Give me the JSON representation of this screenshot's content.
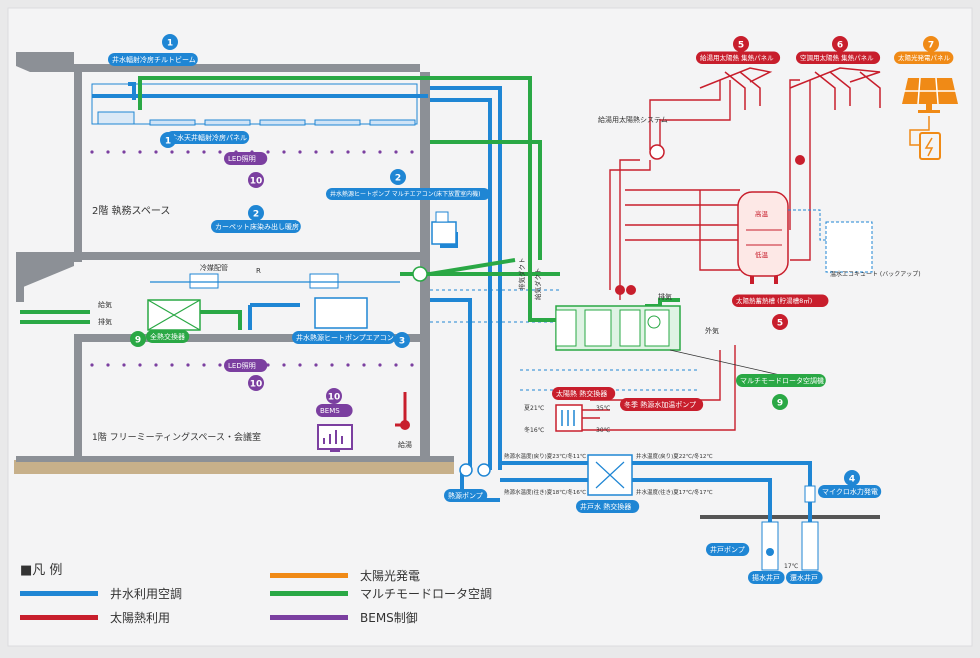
{
  "colors": {
    "well": "#1f86d4",
    "solar": "#c81e2c",
    "solarpv": "#f08a16",
    "rotor": "#2aa845",
    "bems": "#7b3fa0",
    "wall": "#8c9096",
    "bg": "#e9e9ea"
  },
  "building": {
    "floor2": "2階 執務スペース",
    "floor1": "1階 フリーミーティングスペース・会議室"
  },
  "labels": {
    "tilt_beam": "井水輻射冷房チルトビーム",
    "ceiling_panel": "井水天井輻射冷房パネル",
    "led_top": "LED照明",
    "heatpump_multi": "井水熱源ヒートポンプ マルチエアコン(床下放置室内機)",
    "carpet": "カーペット床染み出し暖房",
    "refrig": "冷媒配管",
    "r": "R",
    "supply_air": "給気",
    "exhaust_air": "排気",
    "total_hx": "全熱交換器",
    "hp_aircon": "井水熱源ヒートポンプエアコン",
    "led_mid": "LED照明",
    "bems": "BEMS",
    "water_supply": "給湯",
    "heat_pump_src": "熱源ポンプ",
    "exhaust_duct": "排気ダクト",
    "supply_duct": "給気ダクト",
    "exhaust2": "排気",
    "outside": "外気",
    "multi_rotor": "マルチモードロータ空調機",
    "solar_hx": "太陽熱 熱交換器",
    "winter_pump": "冬季 熱源水加温ポンプ",
    "t_summer21": "夏21℃",
    "t_winter16": "冬16℃",
    "t35": "35℃",
    "t30": "30℃",
    "src_return": "熱源水温度(戻り)夏23℃/冬11℃",
    "src_supply": "熱源水温度(往き)夏18℃/冬16℃",
    "well_return": "井水温度(戻り)夏22℃/冬12℃",
    "well_supply": "井水温度(往き)夏17℃/冬17℃",
    "well_hx": "井戸水 熱交換器",
    "micro_hydro": "マイクロ水力発電",
    "well_pump": "井戸ポンプ",
    "t17": "17℃",
    "pump_well": "揚水井戸",
    "return_well": "還水井戸",
    "solar_sys": "給湯用太陽熱システム",
    "solar_hw_panel": "給湯用太陽熱 集熱パネル",
    "solar_ac_panel": "空調用太陽熱 集熱パネル",
    "pv_panel": "太陽光発電パネル",
    "tank": "太陽熱蓄熱槽 (貯湯槽8㎥)",
    "high": "高温",
    "low": "低温",
    "buffer": "温水エコキュート (バックアップ)"
  },
  "badges": {
    "b1a": "1",
    "b1b": "1",
    "b2a": "2",
    "b2b": "2",
    "b3": "3",
    "b4": "4",
    "b5a": "5",
    "b5b": "5",
    "b6": "6",
    "b7": "7",
    "b9a": "9",
    "b9b": "9",
    "b10a": "10",
    "b10b": "10",
    "b10c": "10"
  },
  "legend": {
    "title": "■凡 例",
    "items": [
      {
        "label": "井水利用空調",
        "color": "#1f86d4"
      },
      {
        "label": "太陽熱利用",
        "color": "#c81e2c"
      },
      {
        "label": "太陽光発電",
        "color": "#f08a16"
      },
      {
        "label": "マルチモードロータ空調",
        "color": "#2aa845"
      },
      {
        "label": "BEMS制御",
        "color": "#7b3fa0"
      }
    ]
  }
}
